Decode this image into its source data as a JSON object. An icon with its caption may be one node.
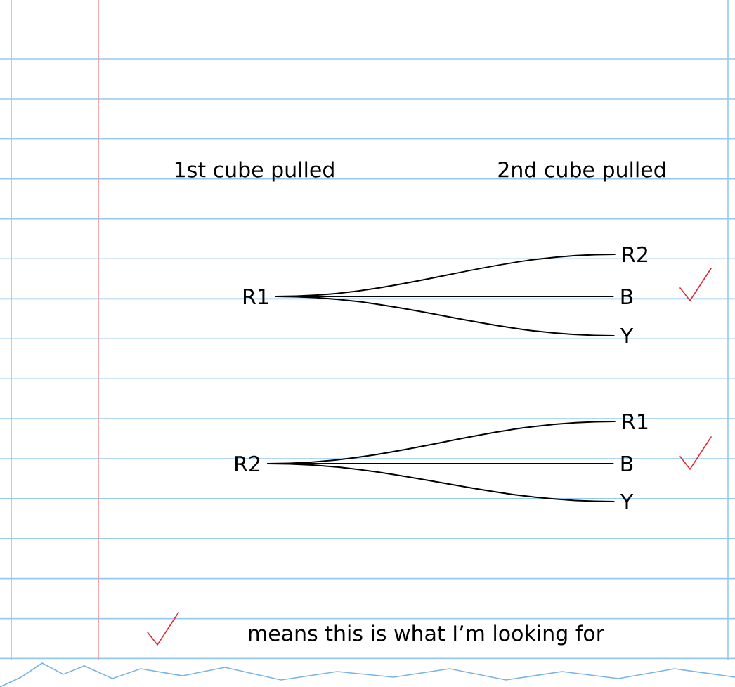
{
  "diagram": {
    "nodes": [
      {
        "text": [
          "R1"
        ]
      },
      {
        "text": [
          "R2"
        ]
      },
      {
        "text": [
          "B"
        ]
      },
      {
        "text": [
          "Y"
        ]
      },
      {
        "text": [
          "R2"
        ]
      },
      {
        "text": [
          "R1"
        ]
      },
      {
        "text": [
          "B"
        ]
      },
      {
        "text": [
          "Y"
        ]
      }
    ],
    "edges": [
      {
        "from": 0,
        "to": 1,
        "arrow": "none"
      },
      {
        "from": 0,
        "to": 2,
        "arrow": "none"
      },
      {
        "from": 0,
        "to": 3,
        "arrow": "none"
      },
      {
        "from": 4,
        "to": 5,
        "arrow": "none"
      },
      {
        "from": 4,
        "to": 6,
        "arrow": "none"
      },
      {
        "from": 4,
        "to": 7,
        "arrow": "none"
      }
    ],
    "labels": [
      "1st cube pulled",
      "2nd cube pulled",
      "means this is what I’m looking for"
    ]
  }
}
